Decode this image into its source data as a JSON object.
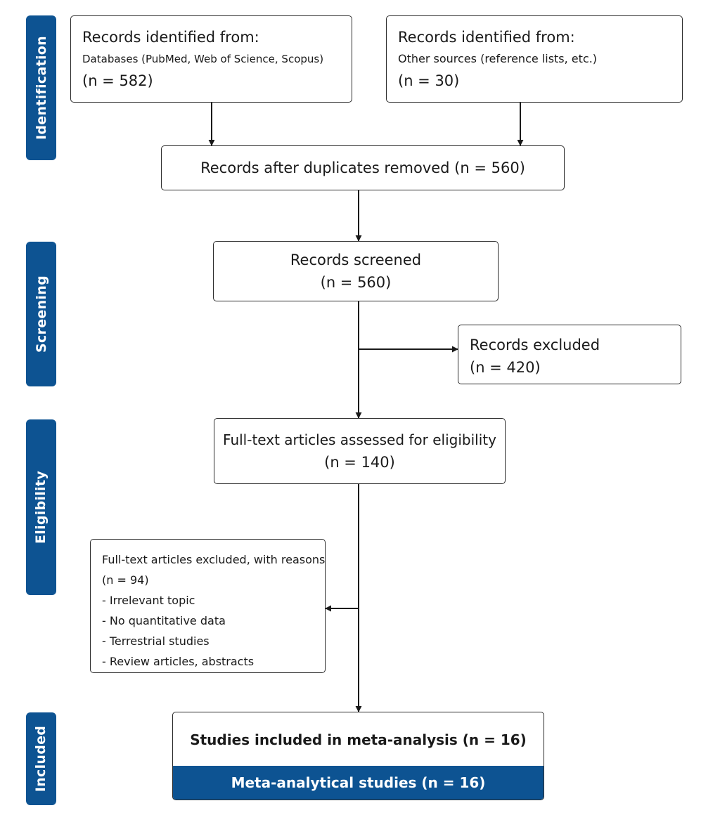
{
  "stages": {
    "identification": "Identification",
    "screening": "Screening",
    "eligibility": "Eligibility",
    "included": "Included"
  },
  "boxes": {
    "databases": {
      "title": "Records identified from:",
      "source": "Databases (PubMed, Web of Science, Scopus)",
      "count": "(n = 582)"
    },
    "other_sources": {
      "title": "Records identified from:",
      "source": "Other sources (reference lists, etc.)",
      "count": "(n = 30)"
    },
    "duplicates_removed": {
      "label": "Records after duplicates removed (n = 560)"
    },
    "screened": {
      "title": "Records screened",
      "count": "(n = 560)"
    },
    "excluded": {
      "title": "Records excluded",
      "count": "(n = 420)"
    },
    "full_text": {
      "title": "Full-text articles assessed for eligibility",
      "count": "(n = 140)"
    },
    "full_text_excluded": {
      "title": "Full-text articles excluded, with reasons",
      "count": "(n = 94)",
      "reasons": [
        "Irrelevant topic",
        "No quantitative data",
        "Terrestrial studies",
        "Review articles, abstracts"
      ]
    },
    "included": {
      "title": "Studies included in meta-analysis (n = 16)",
      "subtitle": "Meta-analytical studies (n = 16)"
    }
  },
  "colors": {
    "accent": "#0d5392",
    "line": "#1a1a1a",
    "border": "#2b2b2b"
  }
}
